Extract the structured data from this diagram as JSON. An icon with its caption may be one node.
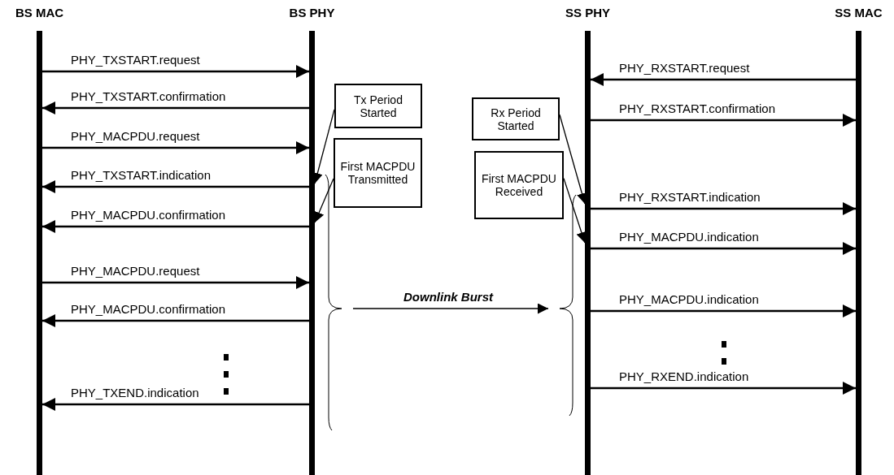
{
  "diagram": {
    "nodes": [
      {
        "text": [
          "BS MAC"
        ]
      },
      {
        "text": [
          "BS PHY"
        ]
      },
      {
        "text": [
          "SS PHY"
        ]
      },
      {
        "text": [
          "SS MAC"
        ]
      },
      {
        "text": [
          "Tx Period Started"
        ]
      },
      {
        "text": [
          "Rx Period Started"
        ]
      },
      {
        "text": [
          "First MACPDU Transmitted"
        ]
      },
      {
        "text": [
          "First MACPDU Received"
        ]
      },
      {
        "text": [],
        "shape": "brace"
      },
      {
        "text": [],
        "shape": "brace"
      }
    ],
    "edges": [
      {
        "from": 0,
        "to": 1,
        "arrow": "to",
        "label": "PHY_TXSTART.request"
      },
      {
        "from": 1,
        "to": 0,
        "arrow": "to",
        "label": "PHY_TXSTART.confirmation"
      },
      {
        "from": 0,
        "to": 1,
        "arrow": "to",
        "label": "PHY_MACPDU.request"
      },
      {
        "from": 1,
        "to": 0,
        "arrow": "to",
        "label": "PHY_TXSTART.indication"
      },
      {
        "from": 1,
        "to": 0,
        "arrow": "to",
        "label": "PHY_MACPDU.confirmation"
      },
      {
        "from": 0,
        "to": 1,
        "arrow": "to",
        "label": "PHY_MACPDU.request"
      },
      {
        "from": 1,
        "to": 0,
        "arrow": "to",
        "label": "PHY_MACPDU.confirmation"
      },
      {
        "from": 1,
        "to": 0,
        "arrow": "to",
        "label": "PHY_TXEND.indication"
      },
      {
        "from": 3,
        "to": 2,
        "arrow": "to",
        "label": "PHY_RXSTART.request"
      },
      {
        "from": 2,
        "to": 3,
        "arrow": "to",
        "label": "PHY_RXSTART.confirmation"
      },
      {
        "from": 2,
        "to": 3,
        "arrow": "to",
        "label": "PHY_RXSTART.indication"
      },
      {
        "from": 2,
        "to": 3,
        "arrow": "to",
        "label": "PHY_MACPDU.indication"
      },
      {
        "from": 2,
        "to": 3,
        "arrow": "to",
        "label": "PHY_MACPDU.indication"
      },
      {
        "from": 2,
        "to": 3,
        "arrow": "to",
        "label": "PHY_RXEND.indication"
      },
      {
        "from": 4,
        "to": 1,
        "arrow": "to"
      },
      {
        "from": 6,
        "to": 1,
        "arrow": "to"
      },
      {
        "from": 5,
        "to": 2,
        "arrow": "to"
      },
      {
        "from": 7,
        "to": 2,
        "arrow": "to"
      },
      {
        "from": 8,
        "to": 9,
        "arrow": "to",
        "label": "Downlink Burst"
      }
    ]
  }
}
